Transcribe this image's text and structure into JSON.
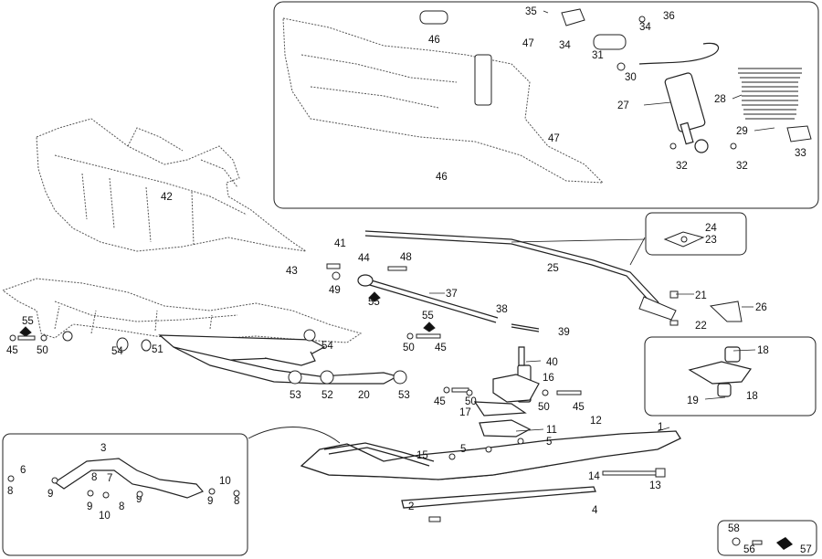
{
  "labels": {
    "l1": "1",
    "l2": "2",
    "l3": "3",
    "l4": "4",
    "l5a": "5",
    "l5b": "5",
    "l6": "6",
    "l7": "7",
    "l8a": "8",
    "l8b": "8",
    "l8c": "8",
    "l8d": "8",
    "l9a": "9",
    "l9b": "9",
    "l9c": "9",
    "l9d": "9",
    "l10a": "10",
    "l10b": "10",
    "l11": "11",
    "l12": "12",
    "l13": "13",
    "l14": "14",
    "l15": "15",
    "l16": "16",
    "l17": "17",
    "l18a": "18",
    "l18b": "18",
    "l19": "19",
    "l20": "20",
    "l21": "21",
    "l22": "22",
    "l23": "23",
    "l24": "24",
    "l25": "25",
    "l26": "26",
    "l27": "27",
    "l28": "28",
    "l29": "29",
    "l30": "30",
    "l31": "31",
    "l32a": "32",
    "l32b": "32",
    "l33": "33",
    "l34a": "34",
    "l34b": "34",
    "l35": "35",
    "l36": "36",
    "l37": "37",
    "l38": "38",
    "l39": "39",
    "l40": "40",
    "l41": "41",
    "l42": "42",
    "l43": "43",
    "l44": "44",
    "l45a": "45",
    "l45b": "45",
    "l45c": "45",
    "l45d": "45",
    "l46a": "46",
    "l46b": "46",
    "l47a": "47",
    "l47b": "47",
    "l48": "48",
    "l49": "49",
    "l50a": "50",
    "l50b": "50",
    "l50c": "50",
    "l50d": "50",
    "l51": "51",
    "l52": "52",
    "l53a": "53",
    "l53b": "53",
    "l54a": "54",
    "l54b": "54",
    "l55a": "55",
    "l55b": "55",
    "l55c": "55",
    "l56": "56",
    "l57": "57",
    "l58": "58"
  }
}
